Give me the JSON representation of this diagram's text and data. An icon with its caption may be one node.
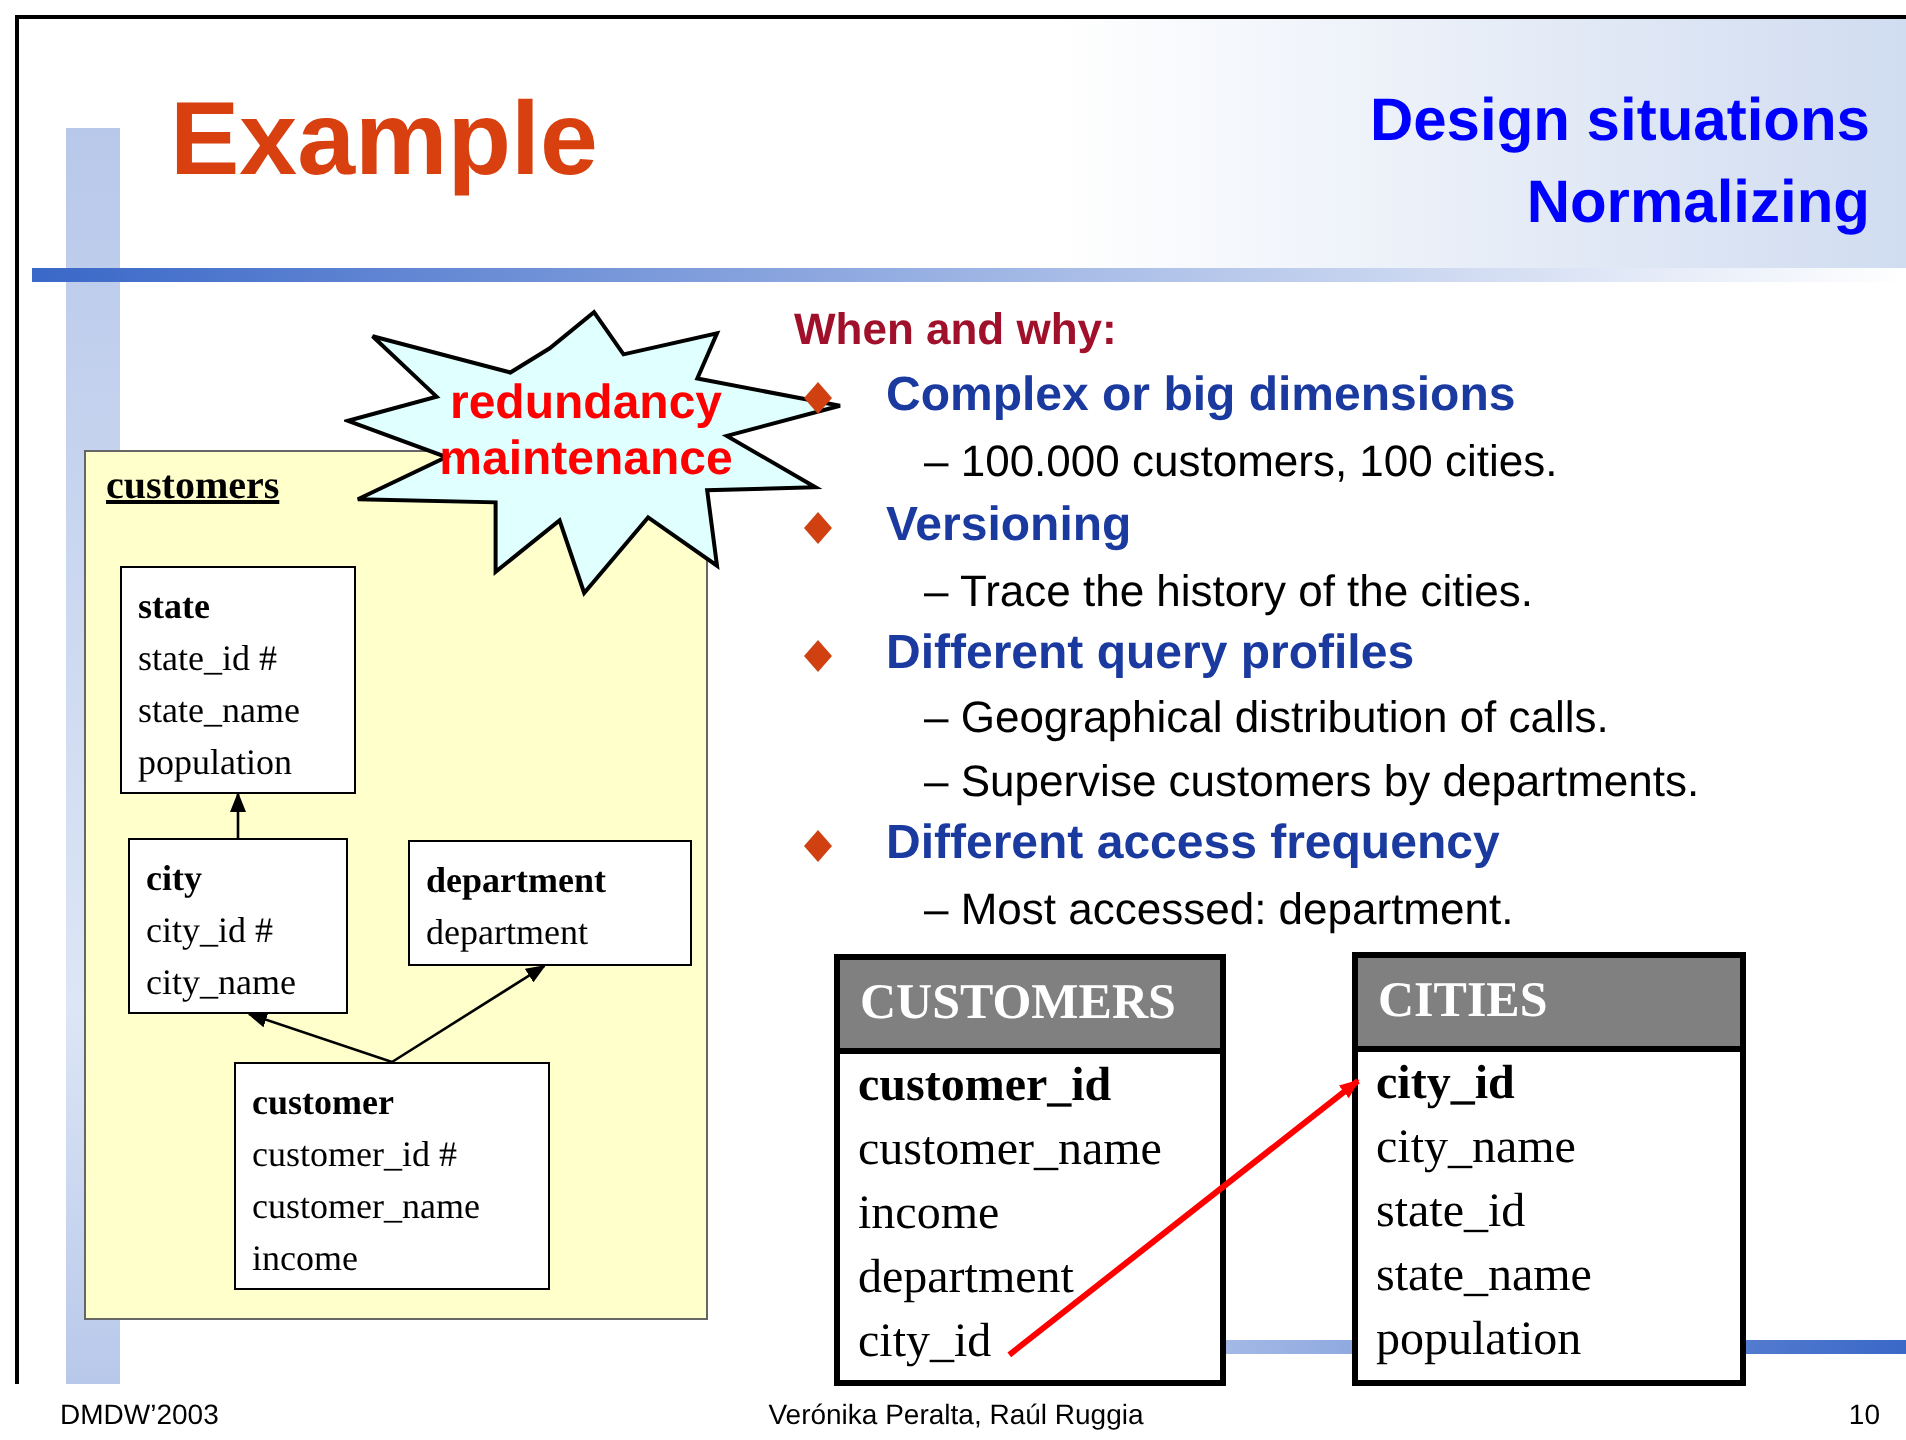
{
  "diagram": {
    "title": "Example",
    "nodes": [
      {
        "text": [
          "customers"
        ]
      },
      {
        "text": [
          "state",
          "state_id #",
          "state_name",
          "population"
        ],
        "in": 0
      },
      {
        "text": [
          "city",
          "city_id #",
          "city_name"
        ],
        "in": 0
      },
      {
        "text": [
          "department",
          "department"
        ],
        "in": 0
      },
      {
        "text": [
          "customer",
          "customer_id #",
          "customer_name",
          "income"
        ],
        "in": 0
      },
      {
        "text": [
          "redundancy maintenance"
        ]
      },
      {
        "text": [
          "CUSTOMERS",
          "customer_id",
          "customer_name",
          "income",
          "department"
        ]
      },
      {
        "text": [
          "city_id"
        ],
        "in": 6
      },
      {
        "text": [
          "CITIES",
          "city_name",
          "state_id",
          "state_name",
          "population"
        ]
      },
      {
        "text": [
          "city_id"
        ],
        "in": 8
      }
    ],
    "edges": [
      {
        "from": 2,
        "to": 1,
        "arrow": "to"
      },
      {
        "from": 4,
        "to": 2,
        "arrow": "to"
      },
      {
        "from": 4,
        "to": 3,
        "arrow": "to"
      },
      {
        "from": 7,
        "to": 9,
        "arrow": "to",
        "style": "thick",
        "color": "#ff0000"
      }
    ],
    "labels": [
      "Design situations Normalizing",
      "When and why:",
      "Complex or big dimensions",
      "– 100.000 customers, 100 cities.",
      "Versioning",
      "– Trace the history of the cities.",
      "Different query profiles",
      "– Geographical distribution of calls.",
      "– Supervise customers by departments.",
      "Different access frequency",
      "– Most accessed: department.",
      "DMDW’2003",
      "Verónika Peralta, Raúl Ruggia",
      "10"
    ]
  }
}
